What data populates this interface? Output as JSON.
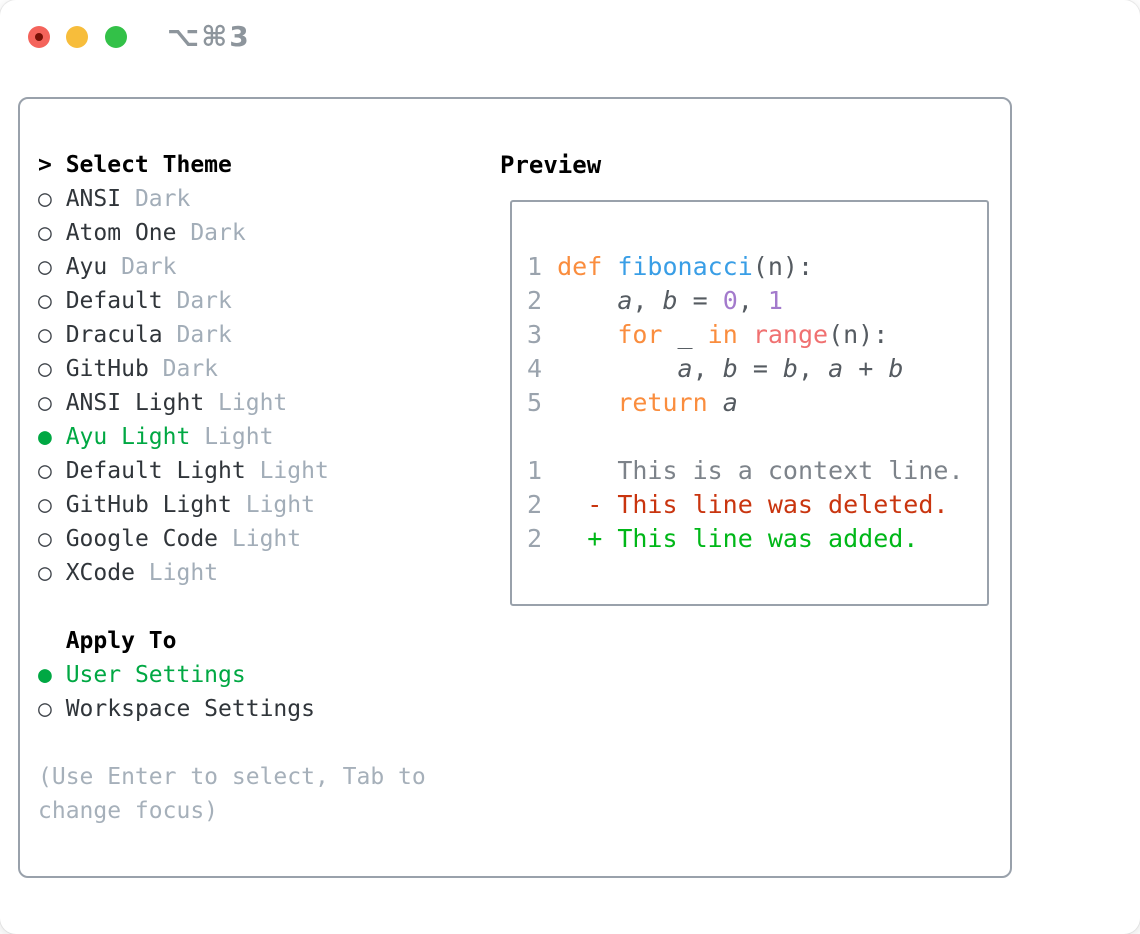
{
  "window": {
    "shortcut": "⌥⌘3"
  },
  "theme_picker": {
    "header": "Select Theme",
    "header_prefix": ">",
    "glyphs": {
      "selected_bullet": "●",
      "unselected_bullet": "○"
    },
    "themes": [
      {
        "name": "ANSI",
        "tag": "Dark",
        "selected": false
      },
      {
        "name": "Atom One",
        "tag": "Dark",
        "selected": false
      },
      {
        "name": "Ayu",
        "tag": "Dark",
        "selected": false
      },
      {
        "name": "Default",
        "tag": "Dark",
        "selected": false
      },
      {
        "name": "Dracula",
        "tag": "Dark",
        "selected": false
      },
      {
        "name": "GitHub",
        "tag": "Dark",
        "selected": false
      },
      {
        "name": "ANSI Light",
        "tag": "Light",
        "selected": false
      },
      {
        "name": "Ayu Light",
        "tag": "Light",
        "selected": true
      },
      {
        "name": "Default Light",
        "tag": "Light",
        "selected": false
      },
      {
        "name": "GitHub Light",
        "tag": "Light",
        "selected": false
      },
      {
        "name": "Google Code",
        "tag": "Light",
        "selected": false
      },
      {
        "name": "XCode",
        "tag": "Light",
        "selected": false
      }
    ],
    "apply_to": {
      "header": "Apply To",
      "options": [
        {
          "label": "User Settings",
          "selected": true
        },
        {
          "label": "Workspace Settings",
          "selected": false
        }
      ]
    },
    "hint_lines": [
      "(Use Enter to select, Tab to",
      "change focus)"
    ]
  },
  "preview": {
    "header": "Preview",
    "lines": [
      {
        "name": "code-line-1",
        "segments": [
          [
            "1 ",
            "linenum"
          ],
          [
            "def",
            "keyword"
          ],
          [
            " ",
            "plain"
          ],
          [
            "fibonacci",
            "function"
          ],
          [
            "(n):",
            "plain"
          ]
        ]
      },
      {
        "name": "code-line-2",
        "segments": [
          [
            "2",
            "linenum"
          ],
          [
            "     ",
            "plain"
          ],
          [
            "a",
            "ident"
          ],
          [
            ", ",
            "plain"
          ],
          [
            "b",
            "ident"
          ],
          [
            " = ",
            "plain"
          ],
          [
            "0",
            "number"
          ],
          [
            ", ",
            "plain"
          ],
          [
            "1",
            "number"
          ]
        ]
      },
      {
        "name": "code-line-3",
        "segments": [
          [
            "3",
            "linenum"
          ],
          [
            "     ",
            "plain"
          ],
          [
            "for",
            "keyword"
          ],
          [
            " _ ",
            "plain"
          ],
          [
            "in",
            "keyword"
          ],
          [
            " ",
            "plain"
          ],
          [
            "range",
            "builtin"
          ],
          [
            "(n):",
            "plain"
          ]
        ]
      },
      {
        "name": "code-line-4",
        "segments": [
          [
            "4",
            "linenum"
          ],
          [
            "         ",
            "plain"
          ],
          [
            "a",
            "ident"
          ],
          [
            ", ",
            "plain"
          ],
          [
            "b",
            "ident"
          ],
          [
            " = ",
            "plain"
          ],
          [
            "b",
            "ident"
          ],
          [
            ", ",
            "plain"
          ],
          [
            "a",
            "ident"
          ],
          [
            " + ",
            "plain"
          ],
          [
            "b",
            "ident"
          ]
        ]
      },
      {
        "name": "code-line-5",
        "segments": [
          [
            "5",
            "linenum"
          ],
          [
            "     ",
            "plain"
          ],
          [
            "return",
            "keyword"
          ],
          [
            " ",
            "plain"
          ],
          [
            "a",
            "ident"
          ]
        ]
      },
      {
        "name": "blank-line",
        "segments": []
      },
      {
        "name": "diff-context-line",
        "segments": [
          [
            "1",
            "linenum"
          ],
          [
            "     ",
            "plain"
          ],
          [
            "This is a context line.",
            "context"
          ]
        ]
      },
      {
        "name": "diff-deleted-line",
        "segments": [
          [
            "2",
            "linenum"
          ],
          [
            "   ",
            "plain"
          ],
          [
            "- This line was deleted.",
            "deleted"
          ]
        ]
      },
      {
        "name": "diff-added-line",
        "segments": [
          [
            "2",
            "linenum"
          ],
          [
            "   ",
            "plain"
          ],
          [
            "+ This line was added.",
            "added"
          ]
        ]
      }
    ]
  },
  "colors": {
    "ui_green": "#00a843",
    "border": "#99a1ab",
    "theme_name": "#30353a",
    "tag": "#a2adb8",
    "hint": "#a6b0ba",
    "ring": "#42474d",
    "header": "#000000",
    "shortcut": "#8d959c",
    "traffic_red": "#f4635b",
    "traffic_red_dot": "#771107",
    "traffic_yellow": "#f7bd3b",
    "traffic_green": "#33c148",
    "linenum": "#9aa3ad",
    "code_plain": "#555b61",
    "keyword": "#fa8d3e",
    "function_name": "#399ee6",
    "builtin": "#f07171",
    "number": "#a37acc",
    "context": "#7d838a",
    "deleted": "#c9350f",
    "added": "#00b718"
  }
}
